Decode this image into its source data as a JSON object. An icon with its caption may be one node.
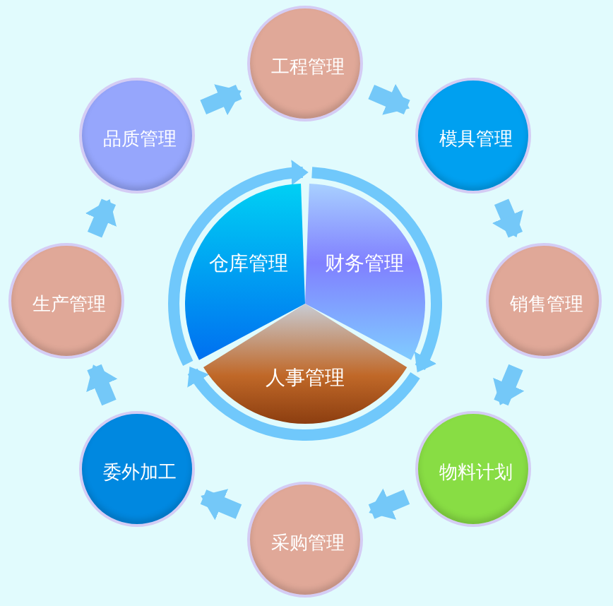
{
  "diagram": {
    "nodes": [
      {
        "text": [
          "工程管理"
        ]
      },
      {
        "text": [
          "品质管理"
        ]
      },
      {
        "text": [
          "模具管理"
        ]
      },
      {
        "text": [
          "仓库管理"
        ]
      },
      {
        "text": [
          "财务管理"
        ]
      },
      {
        "text": [
          "生产管理"
        ]
      },
      {
        "text": [
          "销售管理"
        ]
      },
      {
        "text": [
          "人事管理"
        ]
      },
      {
        "text": [
          "委外加工"
        ]
      },
      {
        "text": [
          "物料计划"
        ]
      },
      {
        "text": [
          "采购管理"
        ]
      }
    ],
    "edges": [
      {
        "from": 0,
        "to": 2,
        "arrow": "to"
      },
      {
        "from": 2,
        "to": 6,
        "arrow": "to"
      },
      {
        "from": 6,
        "to": 9,
        "arrow": "to"
      },
      {
        "from": 9,
        "to": 10,
        "arrow": "to"
      },
      {
        "from": 10,
        "to": 8,
        "arrow": "to"
      },
      {
        "from": 8,
        "to": 5,
        "arrow": "to"
      },
      {
        "from": 5,
        "to": 1,
        "arrow": "to"
      },
      {
        "from": 1,
        "to": 0,
        "arrow": "to"
      },
      {
        "from": 3,
        "to": 4,
        "arrow": "to"
      },
      {
        "from": 4,
        "to": 7,
        "arrow": "to"
      },
      {
        "from": 7,
        "to": 3,
        "arrow": "to"
      }
    ]
  }
}
